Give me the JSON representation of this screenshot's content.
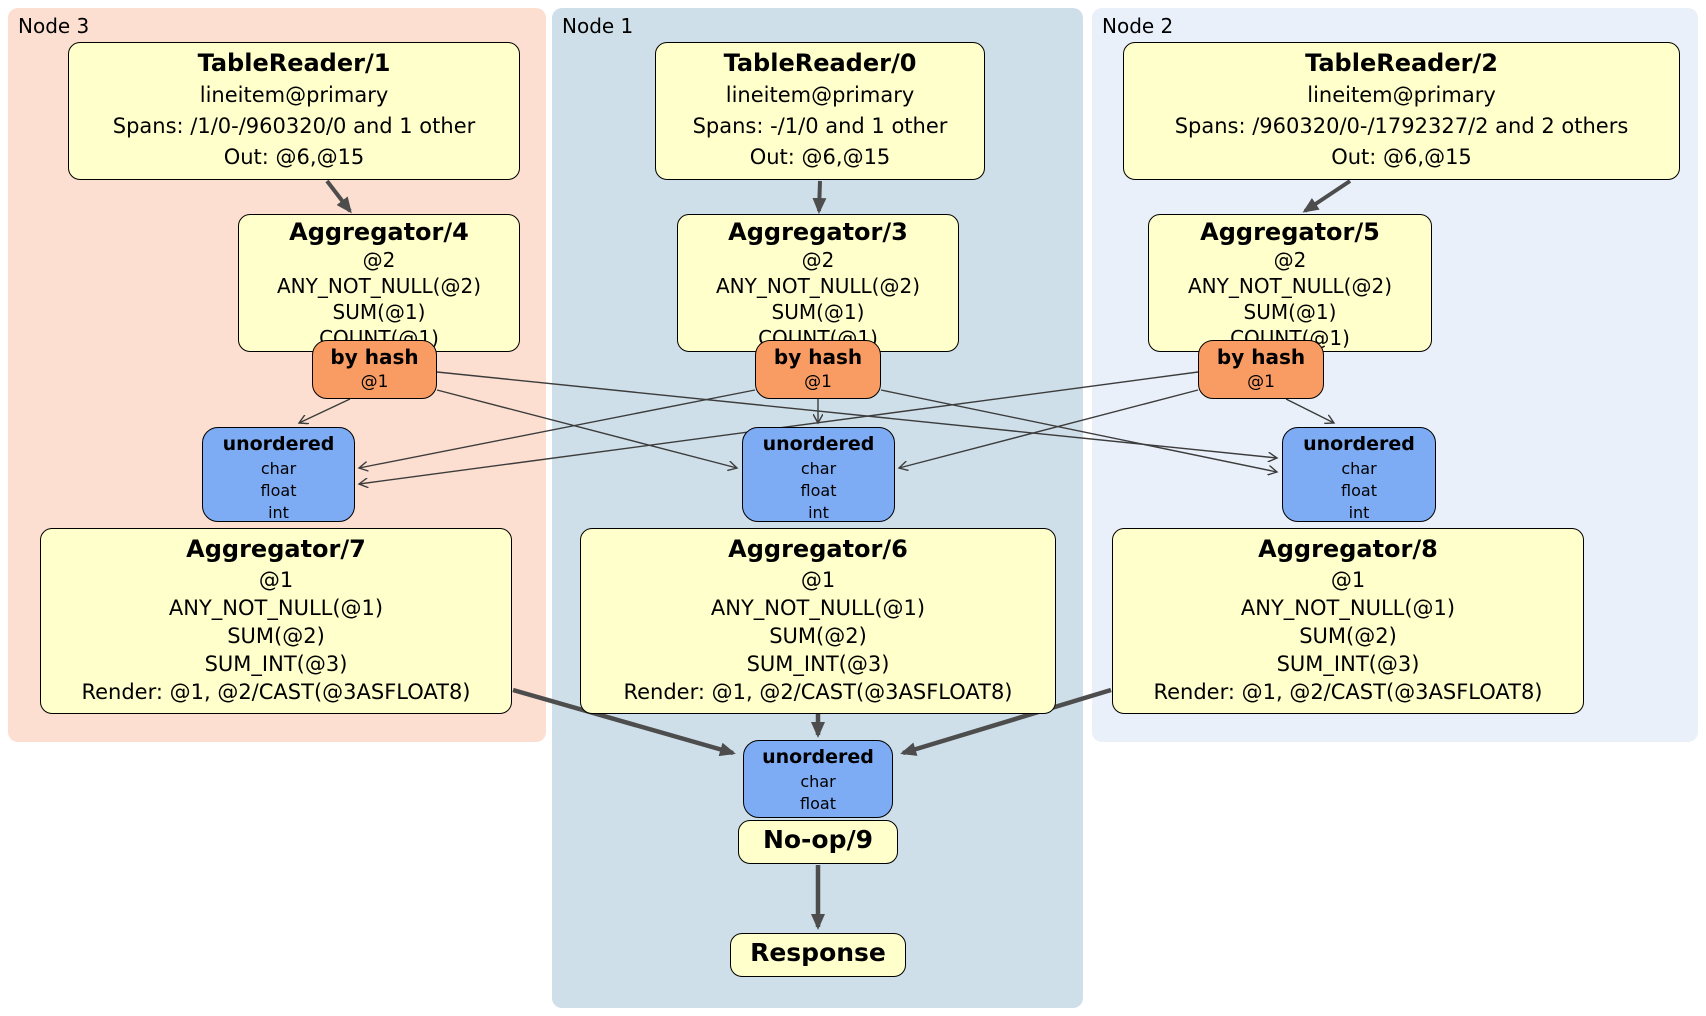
{
  "panels": {
    "node3": {
      "label": "Node 3"
    },
    "node1": {
      "label": "Node 1"
    },
    "node2": {
      "label": "Node 2"
    }
  },
  "processors": {
    "tablereader1": {
      "title": "TableReader/1",
      "lines": [
        "lineitem@primary",
        "Spans: /1/0-/960320/0 and 1 other",
        "Out: @6,@15"
      ]
    },
    "tablereader0": {
      "title": "TableReader/0",
      "lines": [
        "lineitem@primary",
        "Spans: -/1/0 and 1 other",
        "Out: @6,@15"
      ]
    },
    "tablereader2": {
      "title": "TableReader/2",
      "lines": [
        "lineitem@primary",
        "Spans: /960320/0-/1792327/2 and 2 others",
        "Out: @6,@15"
      ]
    },
    "aggregator4": {
      "title": "Aggregator/4",
      "lines": [
        "@2",
        "ANY_NOT_NULL(@2)",
        "SUM(@1)",
        "COUNT(@1)"
      ]
    },
    "aggregator3": {
      "title": "Aggregator/3",
      "lines": [
        "@2",
        "ANY_NOT_NULL(@2)",
        "SUM(@1)",
        "COUNT(@1)"
      ]
    },
    "aggregator5": {
      "title": "Aggregator/5",
      "lines": [
        "@2",
        "ANY_NOT_NULL(@2)",
        "SUM(@1)",
        "COUNT(@1)"
      ]
    },
    "aggregator7": {
      "title": "Aggregator/7",
      "lines": [
        "@1",
        "ANY_NOT_NULL(@1)",
        "SUM(@2)",
        "SUM_INT(@3)",
        "Render: @1, @2/CAST(@3ASFLOAT8)"
      ]
    },
    "aggregator6": {
      "title": "Aggregator/6",
      "lines": [
        "@1",
        "ANY_NOT_NULL(@1)",
        "SUM(@2)",
        "SUM_INT(@3)",
        "Render: @1, @2/CAST(@3ASFLOAT8)"
      ]
    },
    "aggregator8": {
      "title": "Aggregator/8",
      "lines": [
        "@1",
        "ANY_NOT_NULL(@1)",
        "SUM(@2)",
        "SUM_INT(@3)",
        "Render: @1, @2/CAST(@3ASFLOAT8)"
      ]
    },
    "noop": {
      "title": "No-op/9"
    },
    "response": {
      "title": "Response"
    }
  },
  "routers": {
    "hash_node3": {
      "title": "by hash",
      "key": "@1"
    },
    "hash_node1": {
      "title": "by hash",
      "key": "@1"
    },
    "hash_node2": {
      "title": "by hash",
      "key": "@1"
    }
  },
  "syncs": {
    "unordered_node3": {
      "title": "unordered",
      "columns": [
        "char",
        "float",
        "int"
      ]
    },
    "unordered_node1": {
      "title": "unordered",
      "columns": [
        "char",
        "float",
        "int"
      ]
    },
    "unordered_node2": {
      "title": "unordered",
      "columns": [
        "char",
        "float",
        "int"
      ]
    },
    "unordered_final": {
      "title": "unordered",
      "columns": [
        "char",
        "float"
      ]
    }
  },
  "colors": {
    "node3_bg": "#fcdfd0",
    "node1_bg": "#cfdfe9",
    "node2_bg": "#eaf0fa",
    "processor_bg": "#ffffcb",
    "router_bg": "#f89c63",
    "sync_bg": "#7dacf5",
    "box_border": "#000000",
    "edge": "#4d4d4d"
  }
}
